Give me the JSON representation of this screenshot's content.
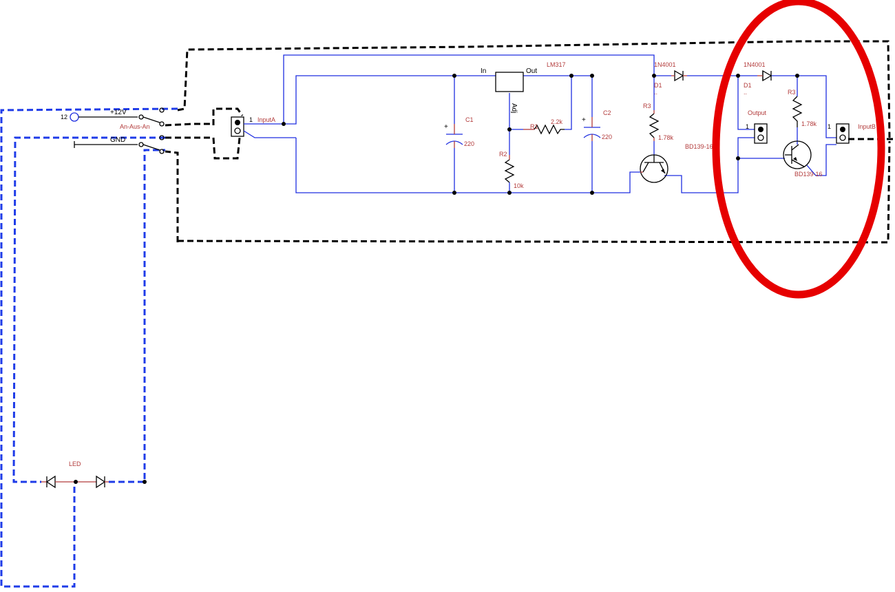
{
  "labels": {
    "supply_12v": "+12V",
    "supply_value": "12",
    "switch": "An-Aus-An",
    "gnd": "GND",
    "input_a": "InputA",
    "input_a_pin": "1",
    "c1_name": "C1",
    "c1_value": "220",
    "reg_in": "In",
    "reg_out": "Out",
    "reg_adj": "Adj",
    "reg_name": "LM317",
    "r1_name": "R1",
    "r1_value": "2.2k",
    "r2_name": "R2",
    "r2_value": "10k",
    "c2_name": "C2",
    "c2_value": "220",
    "d1_name": "1N4001",
    "d1_ref": "D1",
    "d1_sub": "..",
    "r3_name": "R3",
    "r3_value": "1.78k",
    "q1_name": "BD139-16",
    "d2_name": "1N4001",
    "d2_ref": "D1",
    "d2_sub": "..",
    "r4_name": "R3",
    "r4_value": "1.78k",
    "output_label": "Output",
    "output_pin": "1",
    "q2_name": "BD139-16",
    "input_b": "InputB",
    "input_b_pin": "1",
    "led": "LED"
  },
  "colors": {
    "wire": "#1e2ee0",
    "label": "#b23a3a",
    "highlight_ellipse": "#e60000",
    "dash_black": "#000000",
    "dash_blue": "#1e3be8"
  }
}
